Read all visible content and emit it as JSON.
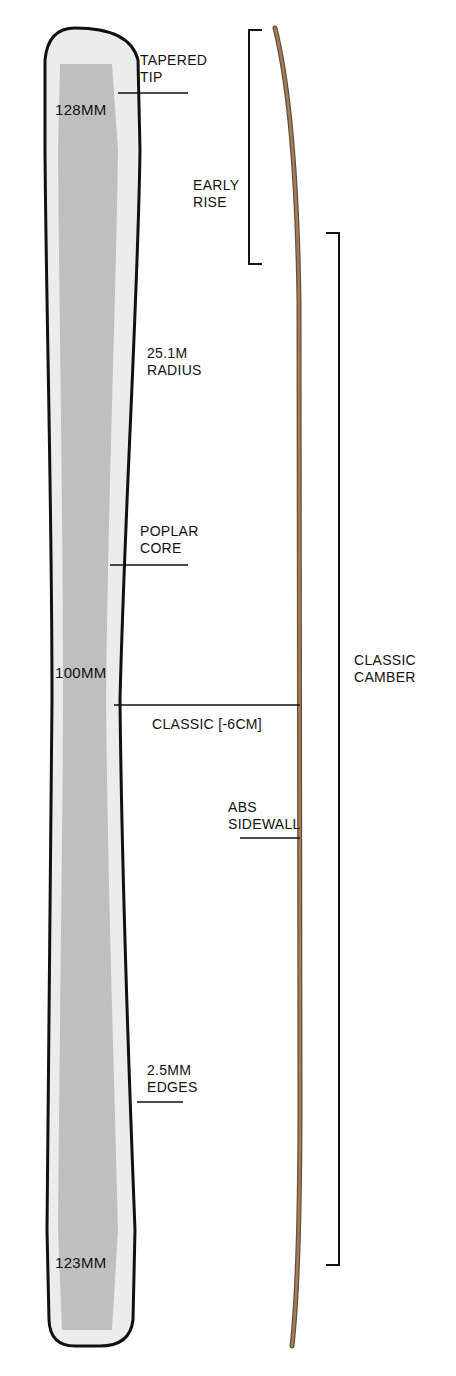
{
  "diagram": {
    "labels": [
      "TAPERED TIP",
      "128MM",
      "EARLY RISE",
      "25.1M RADIUS",
      "POPLAR CORE",
      "100MM",
      "CLASSIC [-6CM]",
      "CLASSIC CAMBER",
      "ABS SIDEWALL",
      "2.5MM EDGES",
      "123MM"
    ]
  }
}
